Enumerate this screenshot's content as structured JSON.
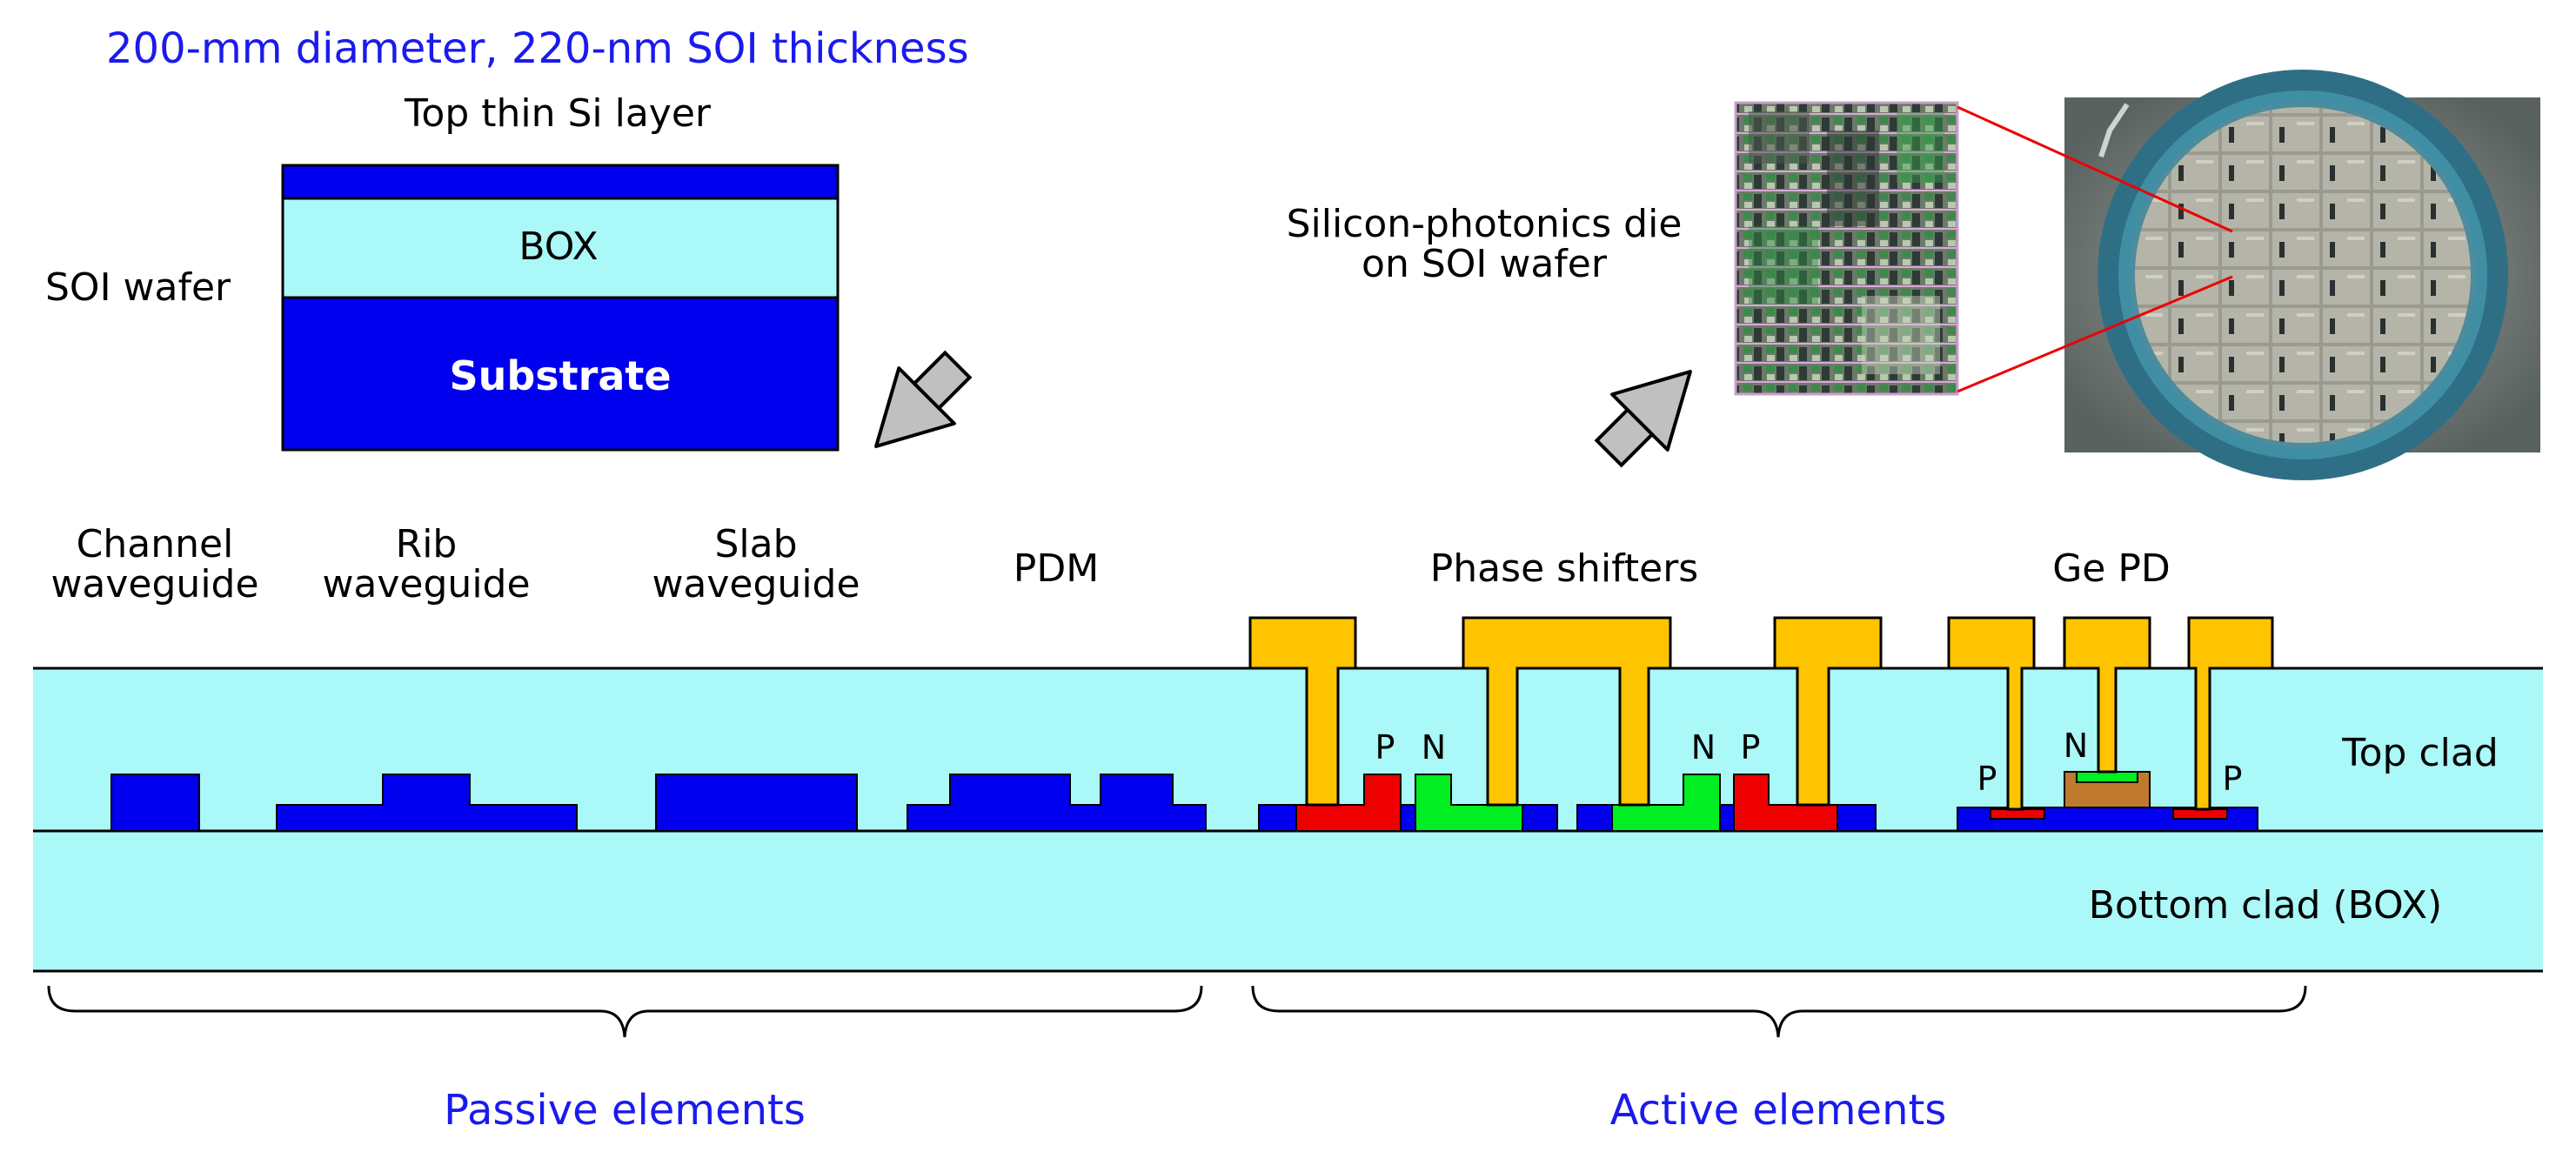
{
  "header": {
    "title": "200-mm diameter, 220-nm SOI thickness"
  },
  "soi_wafer": {
    "label": "SOI wafer",
    "top_layer_label": "Top thin Si layer",
    "box_label": "BOX",
    "substrate_label": "Substrate"
  },
  "die": {
    "label_line1": "Silicon-photonics die",
    "label_line2": "on SOI wafer"
  },
  "cross_section": {
    "top_clad": "Top clad",
    "bottom_clad": "Bottom clad (BOX)",
    "channel_line1": "Channel",
    "channel_line2": "waveguide",
    "rib_line1": "Rib",
    "rib_line2": "waveguide",
    "slab_line1": "Slab",
    "slab_line2": "waveguide",
    "pdm": "PDM",
    "phase_shifters": "Phase shifters",
    "ge_pd": "Ge PD",
    "p": "P",
    "n": "N"
  },
  "groups": {
    "passive": "Passive elements",
    "active": "Active elements"
  },
  "colors": {
    "blue_text": "#1a1aee",
    "silicon": "#0000ee",
    "cladding": "#aaf8f8",
    "metal": "#ffc400",
    "p_doped": "#ee0000",
    "n_doped": "#00ee22",
    "germanium": "#c07a30",
    "arrow": "#c0c0c0",
    "pointer": "#ee0000"
  }
}
